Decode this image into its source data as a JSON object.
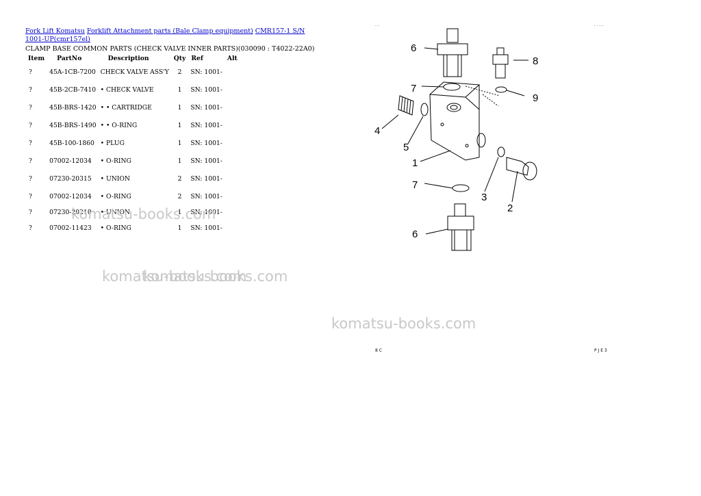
{
  "breadcrumb": {
    "links": [
      "Fork Lift Komatsu",
      "Forklift Attachment parts (Bale Clamp equipment)",
      "CMR157-1 S/N 1001-UP(cmr157el)"
    ]
  },
  "section_title": "CLAMP BASE COMMON PARTS (CHECK VALVE INNER PARTS)(030090 : T4022-22A0)",
  "table": {
    "headers": [
      "Item",
      "PartNo",
      "Description",
      "Qty",
      "Ref",
      "Alt"
    ],
    "rows": [
      {
        "item": "?",
        "part_no": "45A-1CB-7200",
        "description": "CHECK VALVE ASS'Y",
        "qty": "2",
        "ref": "SN: 1001-",
        "alt": ""
      },
      {
        "item": "?",
        "part_no": "45B-2CB-7410",
        "description": "• CHECK VALVE",
        "qty": "1",
        "ref": "SN: 1001-",
        "alt": ""
      },
      {
        "item": "?",
        "part_no": "45B-BRS-1420",
        "description": "• • CARTRIDGE",
        "qty": "1",
        "ref": "SN: 1001-",
        "alt": ""
      },
      {
        "item": "?",
        "part_no": "45B-BRS-1490",
        "description": "• • O-RING",
        "qty": "1",
        "ref": "SN: 1001-",
        "alt": ""
      },
      {
        "item": "?",
        "part_no": "45B-100-1860",
        "description": "• PLUG",
        "qty": "1",
        "ref": "SN: 1001-",
        "alt": ""
      },
      {
        "item": "?",
        "part_no": "07002-12034",
        "description": "• O-RING",
        "qty": "1",
        "ref": "SN: 1001-",
        "alt": ""
      },
      {
        "item": "?",
        "part_no": "07230-20315",
        "description": "• UNION",
        "qty": "2",
        "ref": "SN: 1001-",
        "alt": ""
      },
      {
        "item": "?",
        "part_no": "07002-12034",
        "description": "• O-RING",
        "qty": "2",
        "ref": "SN: 1001-",
        "alt": ""
      },
      {
        "item": "?",
        "part_no": "07230-20210",
        "description": "• UNION",
        "qty": "1",
        "ref": "SN: 1001-",
        "alt": ""
      },
      {
        "item": "?",
        "part_no": "07002-11423",
        "description": "• O-RING",
        "qty": "1",
        "ref": "SN: 1001-",
        "alt": ""
      }
    ]
  },
  "diagram": {
    "callouts": [
      "6",
      "8",
      "7",
      "9",
      "4",
      "5",
      "1",
      "7",
      "3",
      "2",
      "6"
    ],
    "corner_marks": [
      "· ·",
      "· · · ·",
      "8 C",
      "P J E 3"
    ]
  },
  "watermarks": [
    "komatsu-books.com",
    "komatsu-books.com",
    "komatsu-books.com",
    "komatsu-books.com"
  ]
}
